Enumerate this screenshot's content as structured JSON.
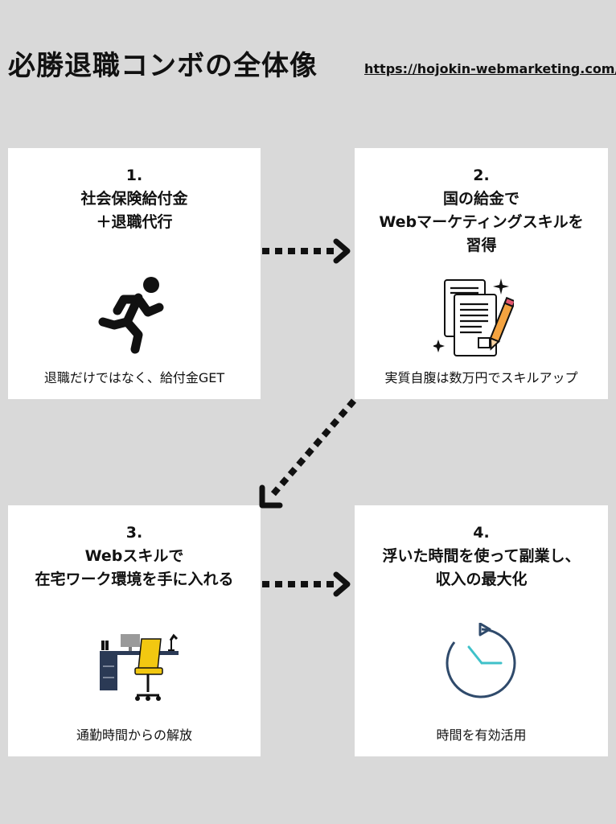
{
  "page": {
    "title": "必勝退職コンボの全体像",
    "url": "https://hojokin-webmarketing.com/"
  },
  "steps": [
    {
      "number": "1.",
      "lines": [
        "社会保険給付金",
        "＋退職代行"
      ],
      "caption": "退職だけではなく、給付金GET",
      "icon": "running-person-icon"
    },
    {
      "number": "2.",
      "lines": [
        "国の給金で",
        "Webマーケティングスキルを",
        "習得"
      ],
      "caption": "実質自腹は数万円でスキルアップ",
      "icon": "documents-pencil-icon"
    },
    {
      "number": "3.",
      "lines": [
        "Webスキルで",
        "在宅ワーク環境を手に入れる"
      ],
      "caption": "通勤時間からの解放",
      "icon": "desk-chair-icon"
    },
    {
      "number": "4.",
      "lines": [
        "浮いた時間を使って副業し、",
        "収入の最大化"
      ],
      "caption": "時間を有効活用",
      "icon": "clock-icon"
    }
  ],
  "colors": {
    "background": "#d9d9d9",
    "card": "#ffffff",
    "text": "#111111",
    "chair": "#f2c811",
    "desk": "#2b3a55",
    "clock_ring": "#2f4a6b",
    "clock_hand": "#3fc1c9",
    "pencil": "#f4a340",
    "eraser": "#e4566e"
  }
}
